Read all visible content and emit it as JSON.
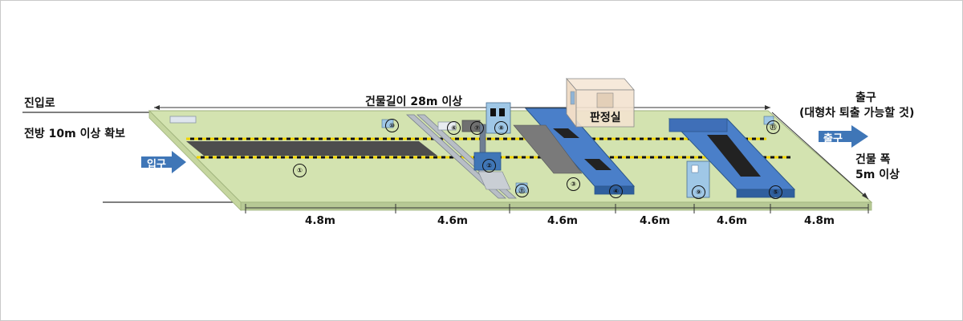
{
  "labels": {
    "entry_road": "진입로",
    "front_clearance": "전방 10m 이상 확보",
    "building_length": "건물길이 28m 이상",
    "judge_room": "판정실",
    "exit_title": "출구",
    "exit_note": "(대형차 퇴출 가능할 것)",
    "building_width_1": "건물 폭",
    "building_width_2": "5m 이상",
    "entrance_arrow": "입구",
    "exit_arrow": "출구"
  },
  "dimensions": [
    "4.8m",
    "4.6m",
    "4.6m",
    "4.6m",
    "4.6m",
    "4.8m"
  ],
  "markers": [
    "①",
    "②",
    "③",
    "④",
    "⑤",
    "⑥",
    "⑦",
    "⑧",
    "⑨",
    "⑩",
    "⑪",
    "⑪"
  ],
  "colors": {
    "floor": "#d3e3b0",
    "floor_edge": "#b7c995",
    "lane": "#4d4d4d",
    "stripe_yellow": "#f2d400",
    "equipment_blue": "#4a7fc9",
    "equipment_light": "#9fc7e6",
    "arrow_blue": "#3f76b7",
    "room_fill": "#f3e2cf"
  }
}
